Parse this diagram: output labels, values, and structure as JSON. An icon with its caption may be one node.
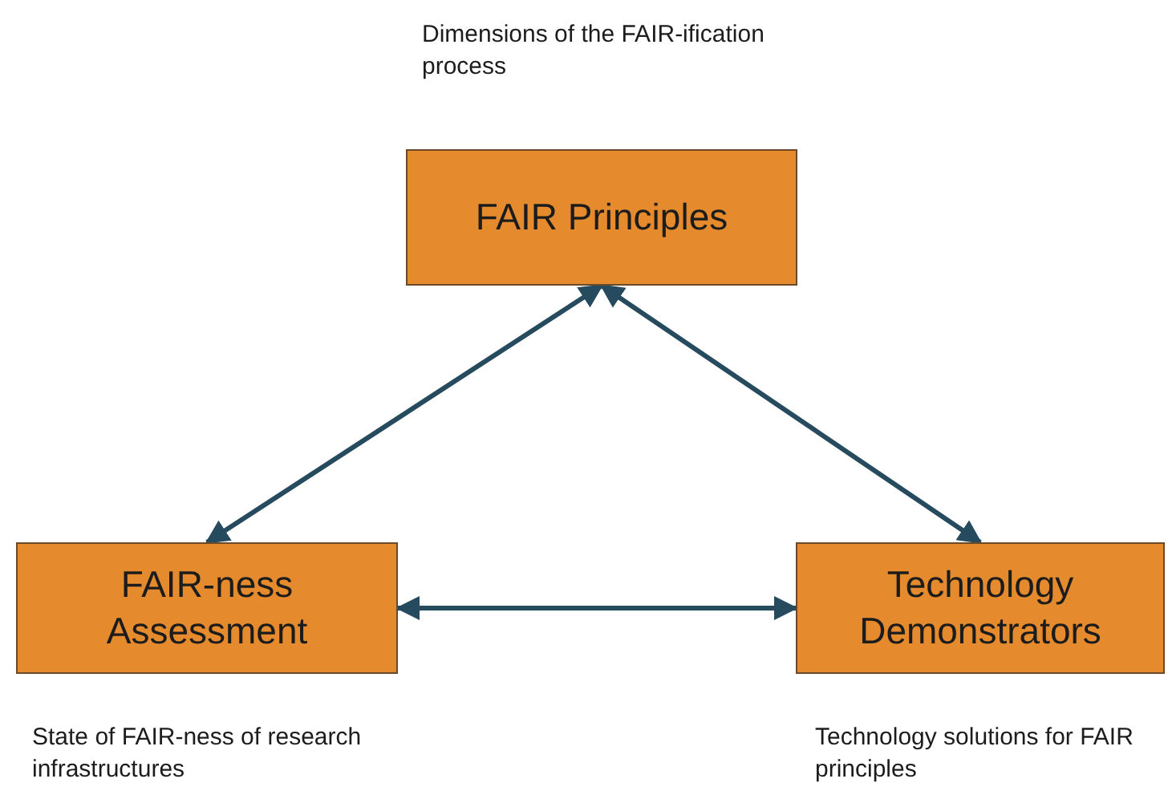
{
  "diagram": {
    "nodes": [
      {
        "text": [
          "FAIR Principles"
        ],
        "beside": [
          "Dimensions of the FAIR-ification process"
        ]
      },
      {
        "text": [
          "FAIR-ness Assessment"
        ],
        "beside": [
          "State of FAIR-ness of research infrastructures"
        ]
      },
      {
        "text": [
          "Technology Demonstrators"
        ],
        "beside": [
          "Technology solutions for FAIR principles"
        ]
      }
    ],
    "edges": [
      {
        "from": 1,
        "to": 0,
        "arrow": "both"
      },
      {
        "from": 2,
        "to": 0,
        "arrow": "both"
      },
      {
        "from": 1,
        "to": 2,
        "arrow": "both"
      }
    ]
  }
}
